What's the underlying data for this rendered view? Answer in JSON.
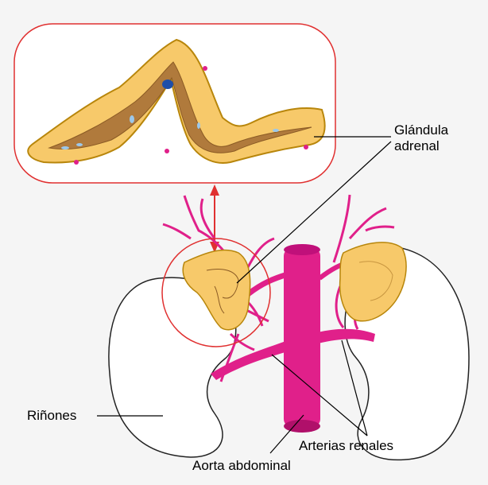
{
  "labels": {
    "gland_line1": "Glándula",
    "gland_line2": "adrenal",
    "kidneys": "Riñones",
    "renal_arteries": "Arterias renales",
    "aorta": "Aorta abdominal"
  },
  "colors": {
    "background": "#f5f5f5",
    "gland_fill": "#f7c96a",
    "gland_outline": "#b8860b",
    "medulla": "#b07a3c",
    "vessels": "#e0208a",
    "kidney_fill": "#ffffff",
    "zoom_frame": "#e03030"
  }
}
